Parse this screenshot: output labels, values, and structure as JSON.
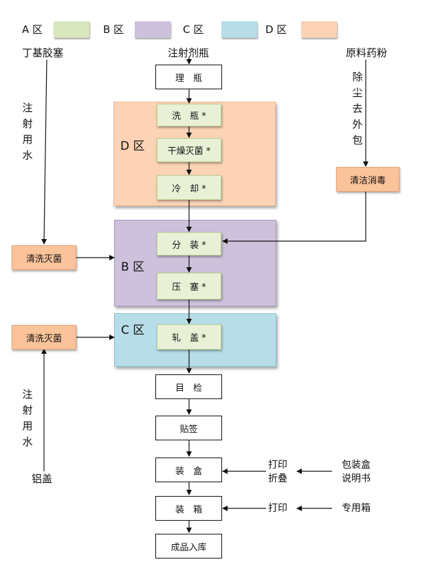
{
  "colors": {
    "zone_a": "#d8e6bd",
    "zone_b": "#cdc1dc",
    "zone_c": "#b6dde8",
    "zone_d": "#fcd3b4",
    "step_green": "#e8f1d6",
    "step_orange": "#fbc39a"
  },
  "legend": [
    {
      "label": "A 区"
    },
    {
      "label": "B 区"
    },
    {
      "label": "C 区"
    },
    {
      "label": "D 区"
    }
  ],
  "inputs": {
    "stopper": "丁基胶塞",
    "vial": "注射剂瓶",
    "raw_powder": "原料药粉",
    "dust_remove": [
      "除",
      "尘",
      "去",
      "外",
      "包"
    ],
    "water_top": [
      "注",
      "射",
      "用",
      "水"
    ],
    "water_bottom": [
      "注",
      "射",
      "用",
      "水"
    ],
    "aluminum_cap": "铝盖",
    "package_box": "包装盒",
    "manual": "说明书",
    "print_fold_1": "打印",
    "print_fold_2": "折叠",
    "print": "打印",
    "special_box": "专用箱"
  },
  "zones": {
    "d": "D 区",
    "b": "B 区",
    "c": "C 区"
  },
  "steps": {
    "arrange": "理　瓶",
    "wash": "洗　瓶 *",
    "dry_sterilize": "干燥灭菌 *",
    "cool": "冷　却 *",
    "fill": "分　装 *",
    "stopper": "压　塞 *",
    "cap": "轧　盖 *",
    "visual_check": "目　检",
    "label": "贴签",
    "box": "装　盒",
    "case": "装　箱",
    "warehouse": "成品入库",
    "clean_disinfect": "清洁消毒",
    "wash_sterilize_1": "清洗灭菌",
    "wash_sterilize_2": "清洗灭菌"
  }
}
